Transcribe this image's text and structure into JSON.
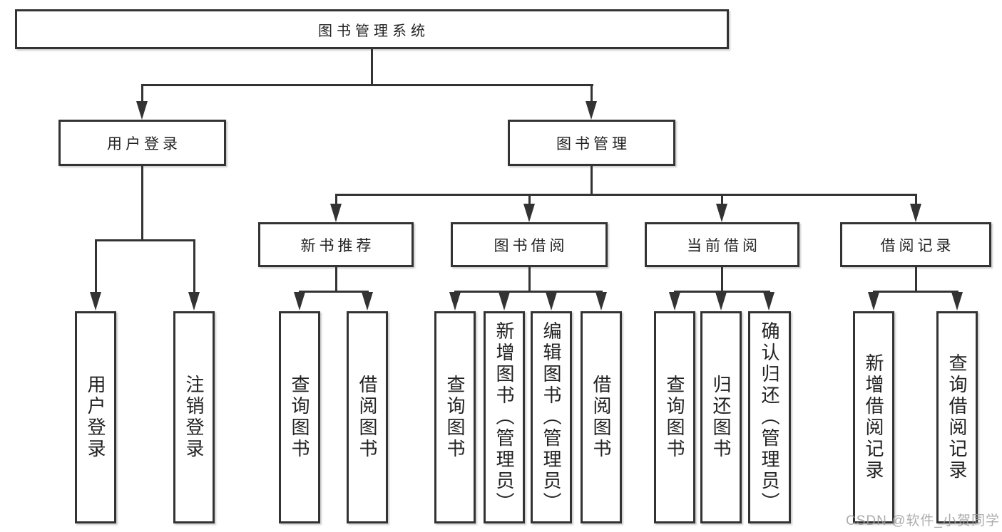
{
  "style": {
    "background": "#ffffff",
    "line_color": "#333333",
    "text_color": "#222222",
    "watermark_color": "#9e9e9e"
  },
  "tree": {
    "label": "图书管理系统",
    "children": [
      {
        "label": "用户登录",
        "children": [
          {
            "label": "用户登录"
          },
          {
            "label": "注销登录"
          }
        ]
      },
      {
        "label": "图书管理",
        "children": [
          {
            "label": "新书推荐",
            "children": [
              {
                "label": "查询图书"
              },
              {
                "label": "借阅图书"
              }
            ]
          },
          {
            "label": "图书借阅",
            "children": [
              {
                "label": "查询图书"
              },
              {
                "label": "新增图书（管理员）"
              },
              {
                "label": "编辑图书（管理员）"
              },
              {
                "label": "借阅图书"
              }
            ]
          },
          {
            "label": "当前借阅",
            "children": [
              {
                "label": "查询图书"
              },
              {
                "label": "归还图书"
              },
              {
                "label": "确认归还（管理员）"
              }
            ]
          },
          {
            "label": "借阅记录",
            "children": [
              {
                "label": "新增借阅记录"
              },
              {
                "label": "查询借阅记录"
              }
            ]
          }
        ]
      }
    ]
  },
  "watermark": {
    "text": "CSDN @软件_小贺同学"
  }
}
